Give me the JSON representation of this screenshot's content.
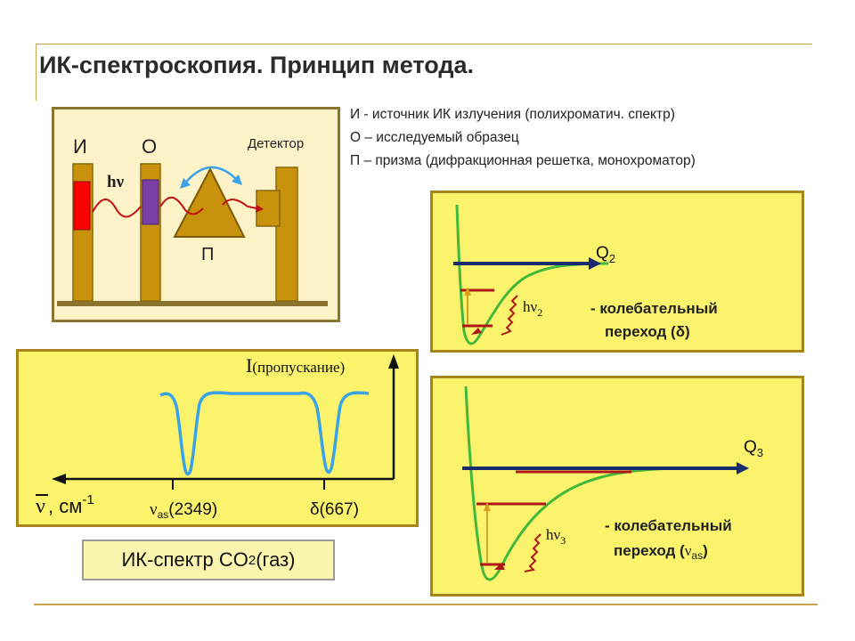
{
  "title": "ИК-спектроскопия. Принцип метода.",
  "legend": [
    "И - источник ИК излучения (полихроматич. спектр)",
    "О – исследуемый образец",
    "П – призма (дифракционная решетка, монохроматор)"
  ],
  "apparatus": {
    "source_label": "И",
    "sample_label": "О",
    "detector_label": "Детектор",
    "photon_label": "hν",
    "prism_label": "П"
  },
  "spectrum": {
    "y_axis_label_symbol": "I",
    "y_axis_label_text": "(пропускание)",
    "x_axis_symbol": "ν",
    "x_axis_unit": ", см",
    "x_axis_unit_exp": "-1",
    "peak1_symbol": "ν",
    "peak1_sub": "as",
    "peak1_value": "(2349)",
    "peak2_label": "δ(667)",
    "caption_main": "ИК-спектр CO",
    "caption_sub": "2",
    "caption_tail": " (газ)"
  },
  "potential_top": {
    "axis_label": "Q",
    "axis_sub": "2",
    "quantum_label": "hν",
    "quantum_sub": "2",
    "desc_line1": "- колебательный",
    "desc_line2": "переход (δ)"
  },
  "potential_bottom": {
    "axis_label": "Q",
    "axis_sub": "3",
    "quantum_label": "hν",
    "quantum_sub": "3",
    "desc_line1": "- колебательный",
    "desc_line2_prefix": "переход (",
    "desc_line2_symbol": "ν",
    "desc_line2_sub": "as",
    "desc_line2_suffix": ")"
  },
  "colors": {
    "panel_fill": "#fbf36b",
    "panel_border": "#a8851a",
    "apparatus_fill": "#fdf2c8",
    "device_gold": "#c9920c",
    "source_red": "#ff0000",
    "sample_purple": "#7a3fa6",
    "curve_green": "#44b83a",
    "axis_navy": "#1a2a6e",
    "level_red": "#b01818",
    "spectrum_blue": "#3aa3e8"
  }
}
